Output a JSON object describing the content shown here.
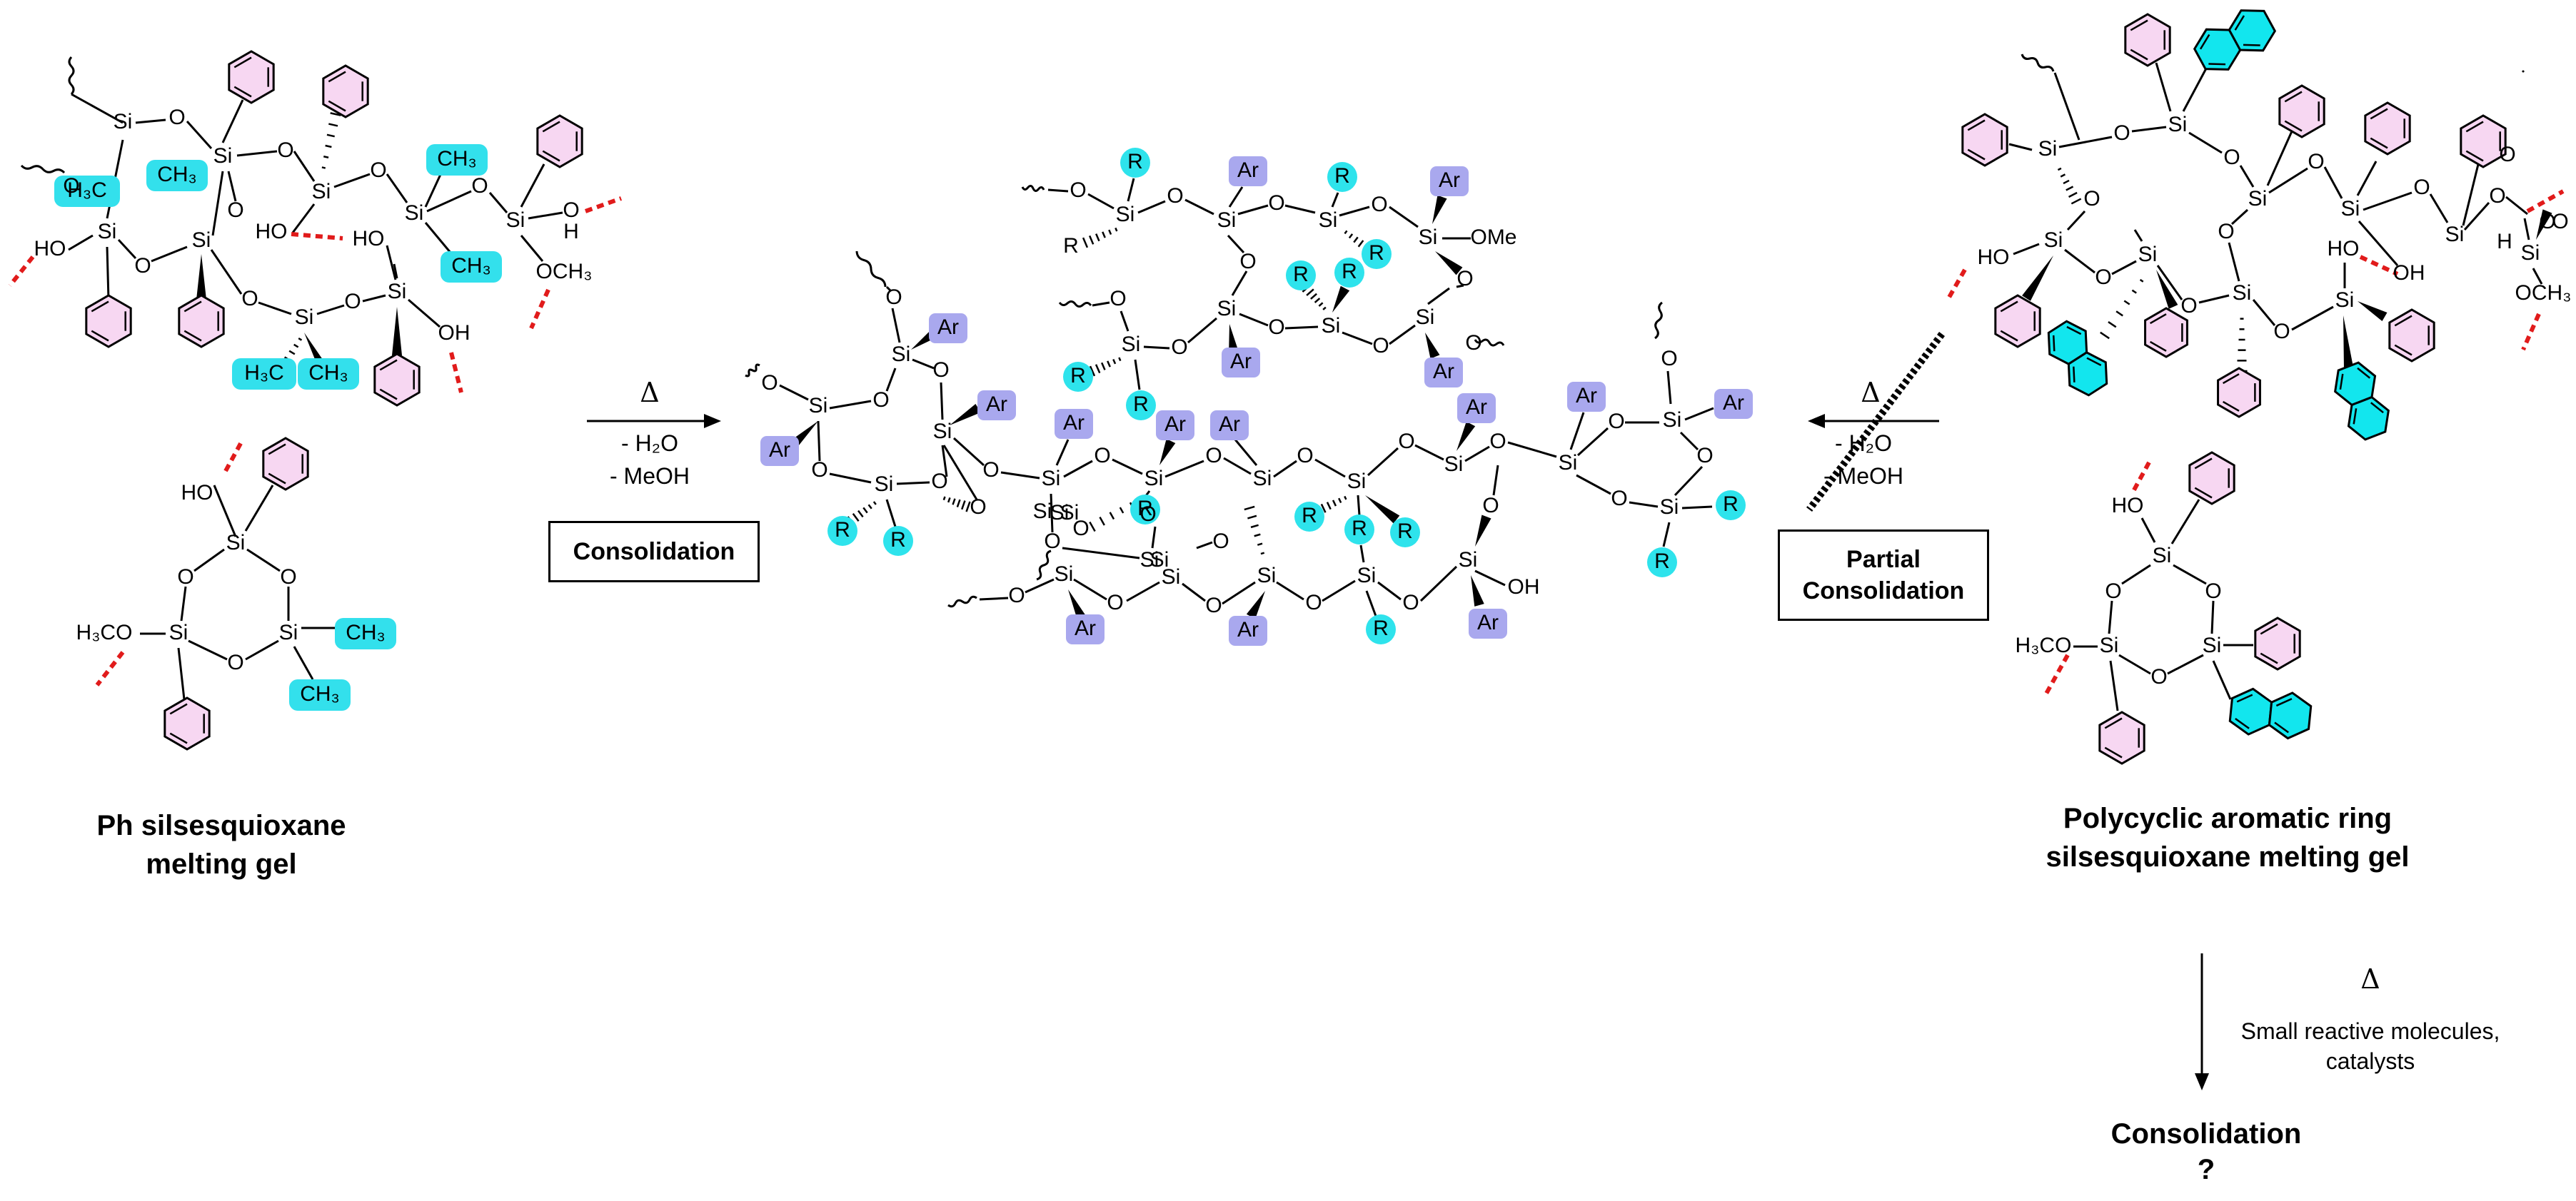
{
  "labels": {
    "left_caption": "Ph silsesquioxane\nmelting gel",
    "right_caption": "Polycyclic aromatic ring\nsilsesquioxane melting gel",
    "arrow1_delta": "Δ",
    "arrow1_h2o": "- H₂O",
    "arrow1_meoh": "- MeOH",
    "box_consolidation": "Consolidation",
    "arrow2_delta": "Δ",
    "arrow2_h2o": "- H₂O",
    "arrow2_meoh": "- MeOH",
    "box_partial": "Partial\nConsolidation",
    "arrow3_delta": "Δ",
    "arrow3_cond": "Small reactive molecules,\ncatalysts",
    "bottom_title": "Consolidation",
    "bottom_q": "?"
  },
  "atoms": {
    "si": "Si",
    "o": "O",
    "oh": "OH",
    "ho": "HO",
    "h": "H",
    "ch3": "CH₃",
    "h3c": "H₃C",
    "och3": "OCH₃",
    "h3co": "H₃CO",
    "ome": "OMe",
    "ar": "Ar",
    "r": "R"
  },
  "colors": {
    "phenyl_fill": "#f7d7f2",
    "methyl_fill": "#33e0ec",
    "naphthyl_fill": "#12e6ee",
    "ar_fill": "#a9a8ee",
    "r_fill": "#2ee3ec",
    "hbond": "#e11b1b"
  }
}
